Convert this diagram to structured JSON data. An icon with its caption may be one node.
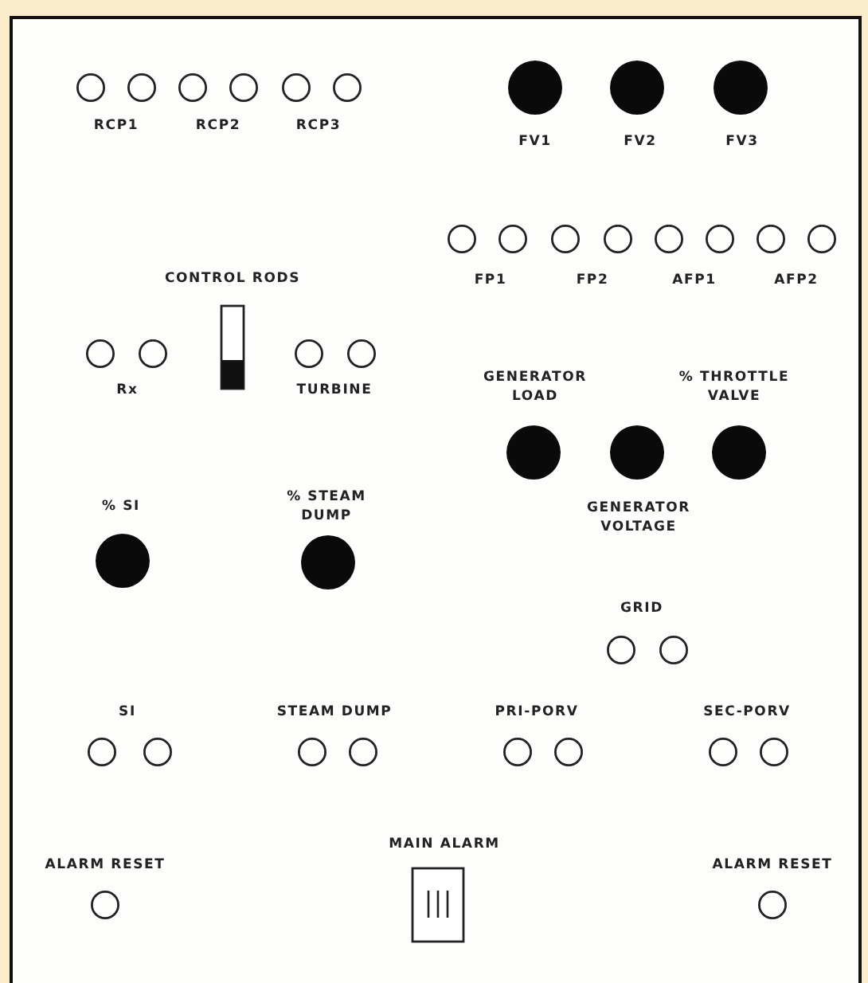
{
  "diagram": {
    "labels": [
      "RCP1",
      "RCP2",
      "RCP3",
      "FV1",
      "FV2",
      "FV3",
      "CONTROL RODS",
      "FP1",
      "FP2",
      "AFP1",
      "AFP2",
      "Rx",
      "TURBINE",
      "GENERATOR LOAD",
      "% THROTTLE VALVE",
      "% SI",
      "% STEAM DUMP",
      "GENERATOR VOLTAGE",
      "GRID",
      "SI",
      "STEAM DUMP",
      "PRI-PORV",
      "SEC-PORV",
      "MAIN ALARM",
      "ALARM RESET",
      "ALARM RESET"
    ]
  }
}
